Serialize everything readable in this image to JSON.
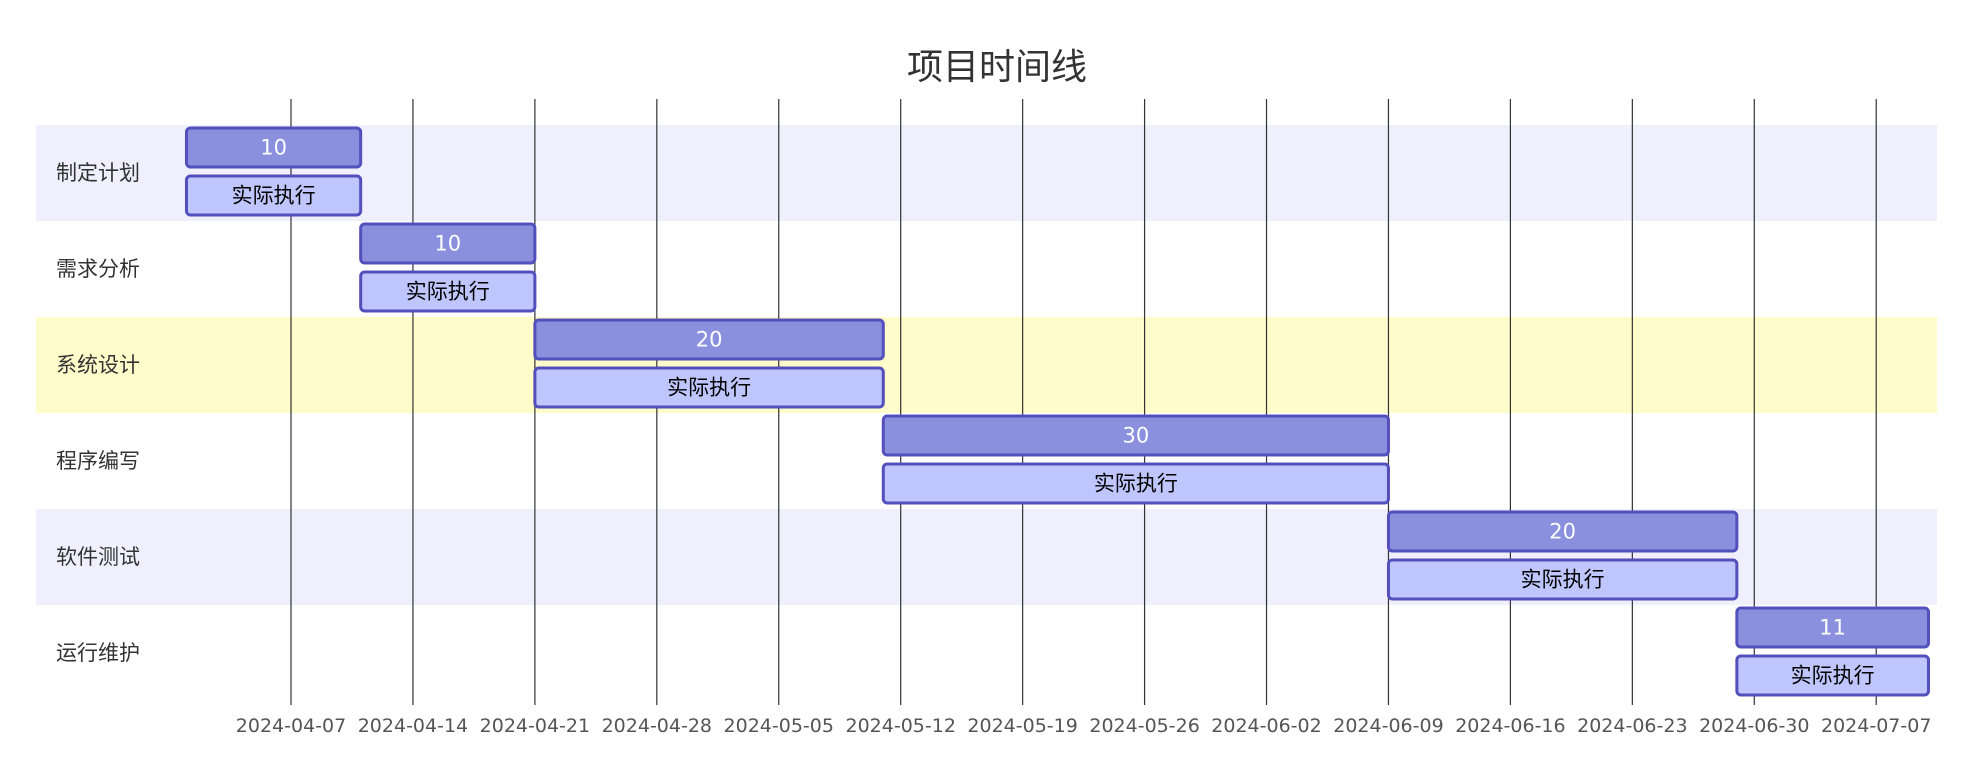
{
  "chart_data": {
    "type": "gantt",
    "title": "项目时间线",
    "x_axis": {
      "type": "date",
      "ticks": [
        "2024-04-07",
        "2024-04-14",
        "2024-04-21",
        "2024-04-28",
        "2024-05-05",
        "2024-05-12",
        "2024-05-19",
        "2024-05-26",
        "2024-06-02",
        "2024-06-09",
        "2024-06-16",
        "2024-06-23",
        "2024-06-30",
        "2024-07-07"
      ],
      "range": [
        "2024-03-31",
        "2024-07-10"
      ],
      "grid": true
    },
    "sections": [
      {
        "name": "制定计划",
        "tasks": [
          {
            "label": "10",
            "start": "2024-04-01",
            "end": "2024-04-11"
          },
          {
            "label": "实际执行",
            "start": "2024-04-01",
            "end": "2024-04-11"
          }
        ]
      },
      {
        "name": "需求分析",
        "tasks": [
          {
            "label": "10",
            "start": "2024-04-11",
            "end": "2024-04-21"
          },
          {
            "label": "实际执行",
            "start": "2024-04-11",
            "end": "2024-04-21"
          }
        ]
      },
      {
        "name": "系统设计",
        "tasks": [
          {
            "label": "20",
            "start": "2024-04-21",
            "end": "2024-05-11"
          },
          {
            "label": "实际执行",
            "start": "2024-04-21",
            "end": "2024-05-11"
          }
        ]
      },
      {
        "name": "程序编写",
        "tasks": [
          {
            "label": "30",
            "start": "2024-05-11",
            "end": "2024-06-09"
          },
          {
            "label": "实际执行",
            "start": "2024-05-11",
            "end": "2024-06-09"
          }
        ]
      },
      {
        "name": "软件测试",
        "tasks": [
          {
            "label": "20",
            "start": "2024-06-09",
            "end": "2024-06-29"
          },
          {
            "label": "实际执行",
            "start": "2024-06-09",
            "end": "2024-06-29"
          }
        ]
      },
      {
        "name": "运行维护",
        "tasks": [
          {
            "label": "11",
            "start": "2024-06-29",
            "end": "2024-07-10"
          },
          {
            "label": "实际执行",
            "start": "2024-06-29",
            "end": "2024-07-10"
          }
        ]
      }
    ],
    "colors": {
      "section_band_a": "#efeffd",
      "section_band_b": "#ffffff",
      "section_band_highlight": "#fffccb",
      "plan_bar_fill": "#8a90dd",
      "actual_bar_fill": "#bfc6fd",
      "bar_stroke": "#534fbc",
      "plan_text": "#ffffff",
      "actual_text": "#000000",
      "grid": "#333333"
    }
  }
}
